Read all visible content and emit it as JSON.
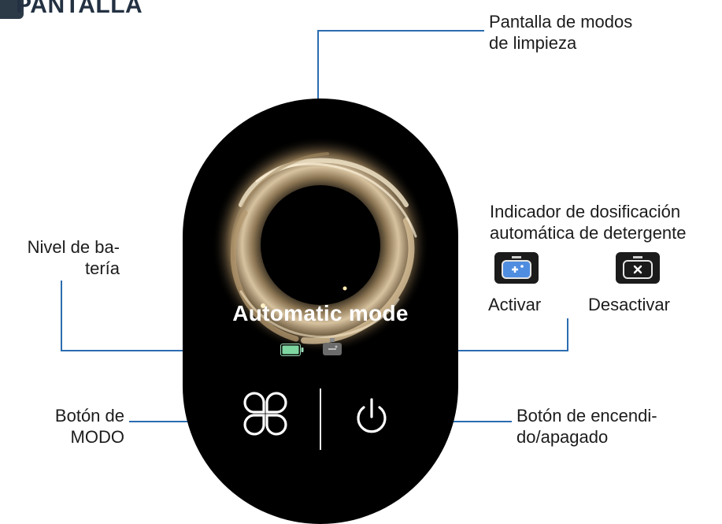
{
  "header": {
    "title": "PANTALLA"
  },
  "labels": {
    "cleaning_mode_display": [
      "Pantalla de modos",
      "de limpieza"
    ],
    "battery_level": [
      "Nivel de ba-",
      "tería"
    ],
    "detergent_indicator": [
      "Indicador de dosificación",
      "automática de detergente"
    ],
    "activate": "Activar",
    "deactivate": "Desactivar",
    "mode_button": [
      "Botón de",
      "MODO"
    ],
    "power_button": [
      "Botón de encendi-",
      "do/apagado"
    ]
  },
  "display": {
    "mode_text": "Automatic mode"
  },
  "colors": {
    "leader_line": "#2b6cb0",
    "battery_fill": "#7ed6a0",
    "detergent_active": "#4f8de0",
    "panel_bg": "#000000"
  },
  "icons": {
    "mode_button": "four-petal-icon",
    "power_button": "power-icon",
    "battery": "battery-icon",
    "detergent": "detergent-dispenser-icon"
  }
}
